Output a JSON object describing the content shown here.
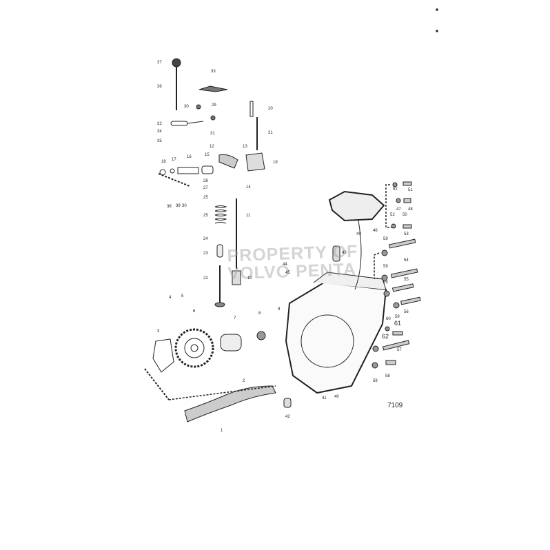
{
  "watermark": {
    "line1": "PROPERTY OF",
    "line2": "VOLVO PENTA"
  },
  "reference_number": "7109",
  "labels": [
    {
      "id": "37",
      "text": "37"
    },
    {
      "id": "36",
      "text": "36"
    },
    {
      "id": "33",
      "text": "33"
    },
    {
      "id": "30a",
      "text": "30"
    },
    {
      "id": "29",
      "text": "29"
    },
    {
      "id": "20",
      "text": "20"
    },
    {
      "id": "32",
      "text": "32"
    },
    {
      "id": "34",
      "text": "34"
    },
    {
      "id": "31",
      "text": "31"
    },
    {
      "id": "21",
      "text": "21"
    },
    {
      "id": "35",
      "text": "35"
    },
    {
      "id": "12",
      "text": "12"
    },
    {
      "id": "13",
      "text": "13"
    },
    {
      "id": "15",
      "text": "15"
    },
    {
      "id": "19",
      "text": "19"
    },
    {
      "id": "18",
      "text": "18"
    },
    {
      "id": "17",
      "text": "17"
    },
    {
      "id": "16",
      "text": "16"
    },
    {
      "id": "28",
      "text": "28"
    },
    {
      "id": "27",
      "text": "27"
    },
    {
      "id": "14",
      "text": "14"
    },
    {
      "id": "26",
      "text": "25"
    },
    {
      "id": "38",
      "text": "38"
    },
    {
      "id": "39",
      "text": "39"
    },
    {
      "id": "30b",
      "text": "30"
    },
    {
      "id": "25",
      "text": "25"
    },
    {
      "id": "11",
      "text": "11"
    },
    {
      "id": "24",
      "text": "24"
    },
    {
      "id": "23",
      "text": "23"
    },
    {
      "id": "10",
      "text": "10"
    },
    {
      "id": "22",
      "text": "22"
    },
    {
      "id": "9",
      "text": "9"
    },
    {
      "id": "4",
      "text": "4"
    },
    {
      "id": "5",
      "text": "5"
    },
    {
      "id": "6",
      "text": "6"
    },
    {
      "id": "7",
      "text": "7"
    },
    {
      "id": "8",
      "text": "8"
    },
    {
      "id": "3",
      "text": "3"
    },
    {
      "id": "2",
      "text": "2"
    },
    {
      "id": "1",
      "text": "1"
    },
    {
      "id": "42",
      "text": "42"
    },
    {
      "id": "41",
      "text": "41"
    },
    {
      "id": "40",
      "text": "40"
    },
    {
      "id": "44",
      "text": "44"
    },
    {
      "id": "45",
      "text": "45"
    },
    {
      "id": "43",
      "text": "43"
    },
    {
      "id": "52a",
      "text": "52"
    },
    {
      "id": "51",
      "text": "51"
    },
    {
      "id": "47",
      "text": "47"
    },
    {
      "id": "48",
      "text": "48"
    },
    {
      "id": "49",
      "text": "49"
    },
    {
      "id": "46",
      "text": "46"
    },
    {
      "id": "52b",
      "text": "52"
    },
    {
      "id": "50",
      "text": "50"
    },
    {
      "id": "53",
      "text": "53"
    },
    {
      "id": "59a",
      "text": "59"
    },
    {
      "id": "54",
      "text": "54"
    },
    {
      "id": "59b",
      "text": "59"
    },
    {
      "id": "55",
      "text": "55"
    },
    {
      "id": "59c",
      "text": "59"
    },
    {
      "id": "56",
      "text": "56"
    },
    {
      "id": "60",
      "text": "60"
    },
    {
      "id": "59d",
      "text": "59"
    },
    {
      "id": "61",
      "text": "61"
    },
    {
      "id": "62",
      "text": "62"
    },
    {
      "id": "57",
      "text": "57"
    },
    {
      "id": "59e",
      "text": "59"
    },
    {
      "id": "58",
      "text": "58"
    }
  ]
}
